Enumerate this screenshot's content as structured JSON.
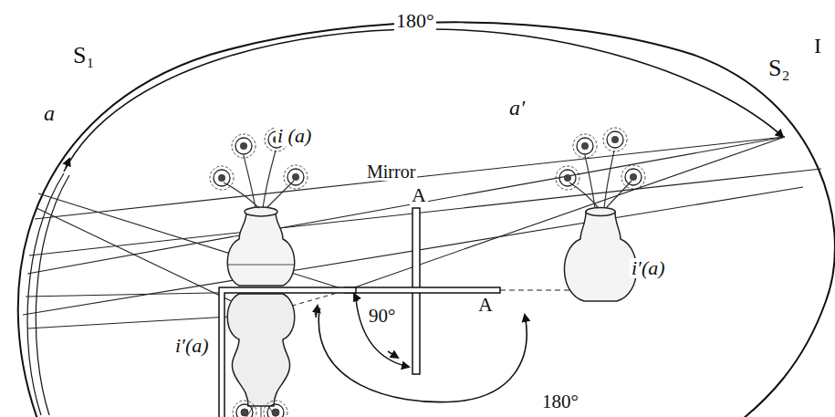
{
  "diagram": {
    "labels": [
      "180°",
      "S₁",
      "a",
      "i (a)",
      "Mirror",
      "A",
      "a′",
      "S₂",
      "I",
      "i′(a)",
      "A",
      "90°",
      "i′(a)",
      "180°"
    ]
  }
}
